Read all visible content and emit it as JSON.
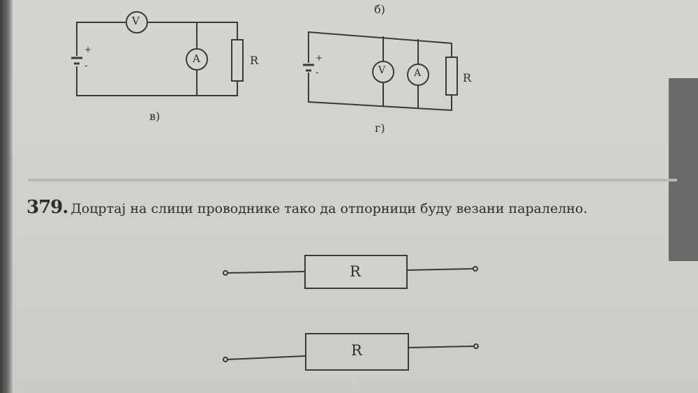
{
  "labels": {
    "fig_b": "б)",
    "fig_v": "в)",
    "fig_g": "г)"
  },
  "symbols": {
    "voltmeter": "V",
    "ammeter": "A",
    "resistor": "R",
    "plus": "+",
    "minus": "-"
  },
  "problem": {
    "number": "379.",
    "text": "Доцртај на слици проводнике тако да отпорници буду везани паралелно."
  },
  "bottom_resistors": [
    "R",
    "R"
  ]
}
